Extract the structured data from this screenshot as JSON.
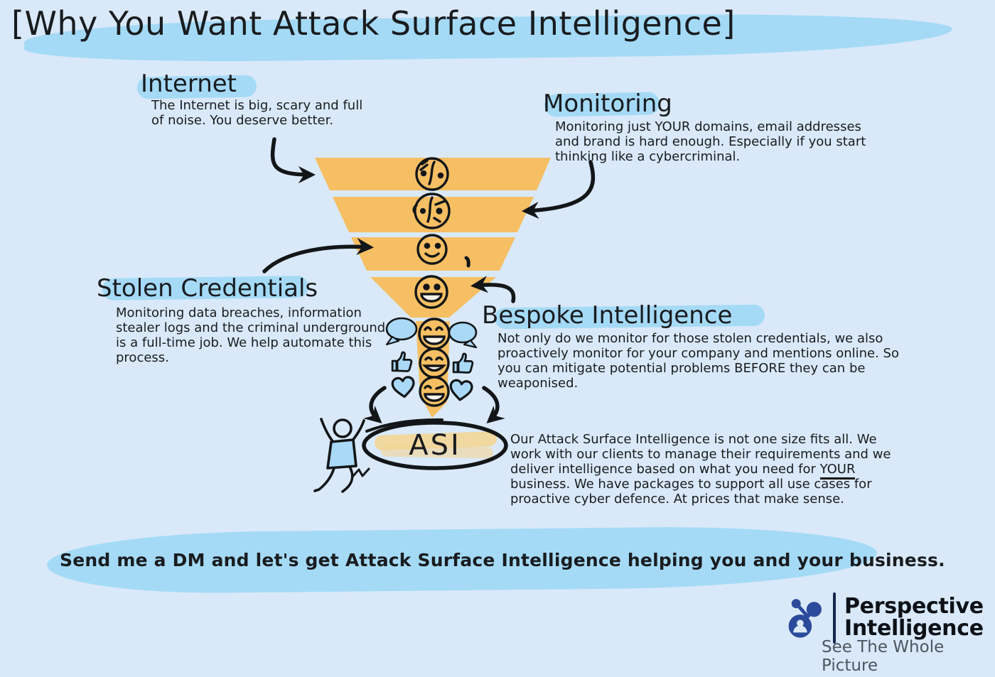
{
  "title": "[Why You Want Attack Surface Intelligence]",
  "sections": {
    "internet": {
      "heading": "Internet",
      "body": "The Internet is big, scary and full of noise. You deserve better."
    },
    "monitoring": {
      "heading": "Monitoring",
      "body": "Monitoring just YOUR domains, email addresses and brand is hard enough. Especially if you start thinking like a cybercriminal."
    },
    "stolen_credentials": {
      "heading": "Stolen Credentials",
      "body": "Monitoring data breaches, information stealer logs and the criminal underground is a full-time job. We help automate this process."
    },
    "bespoke_intelligence": {
      "heading": "Bespoke Intelligence",
      "body": "Not only do we monitor for those stolen credentials, we also proactively monitor for your company and mentions online. So you can mitigate potential problems BEFORE they can be weaponised."
    }
  },
  "asi": {
    "label": "ASI",
    "text_before": "Our Attack Surface Intelligence is not one size fits all. We work with our clients to manage their requirements and we deliver intelligence based on what you need for ",
    "text_underlined": "YOUR",
    "text_after": " business. We have packages to support all use cases for proactive cyber defence. At prices that make sense."
  },
  "cta": "Send me a DM and let's get Attack Surface Intelligence helping you and your business.",
  "logo": {
    "name_line1": "Perspective",
    "name_line2": "Intelligence",
    "tagline": "See The Whole Picture"
  },
  "icons": [
    "funnel",
    "confused-face",
    "annoyed-face",
    "smile-face",
    "big-smile-face",
    "laughing-face",
    "grinning-face",
    "winking-face",
    "speech-bubble",
    "thumbs-up",
    "heart",
    "jumping-person",
    "network-logo"
  ],
  "colors": {
    "background": "#d9e9f9",
    "highlight_blue": "#a5daf6",
    "funnel_orange": "#f6bf63",
    "accent_blue": "#a9d9f7",
    "asi_highlight": "#f3d695",
    "logo_blue": "#2b4a9b",
    "ink": "#131618",
    "tagline_gray": "#4d565f"
  }
}
